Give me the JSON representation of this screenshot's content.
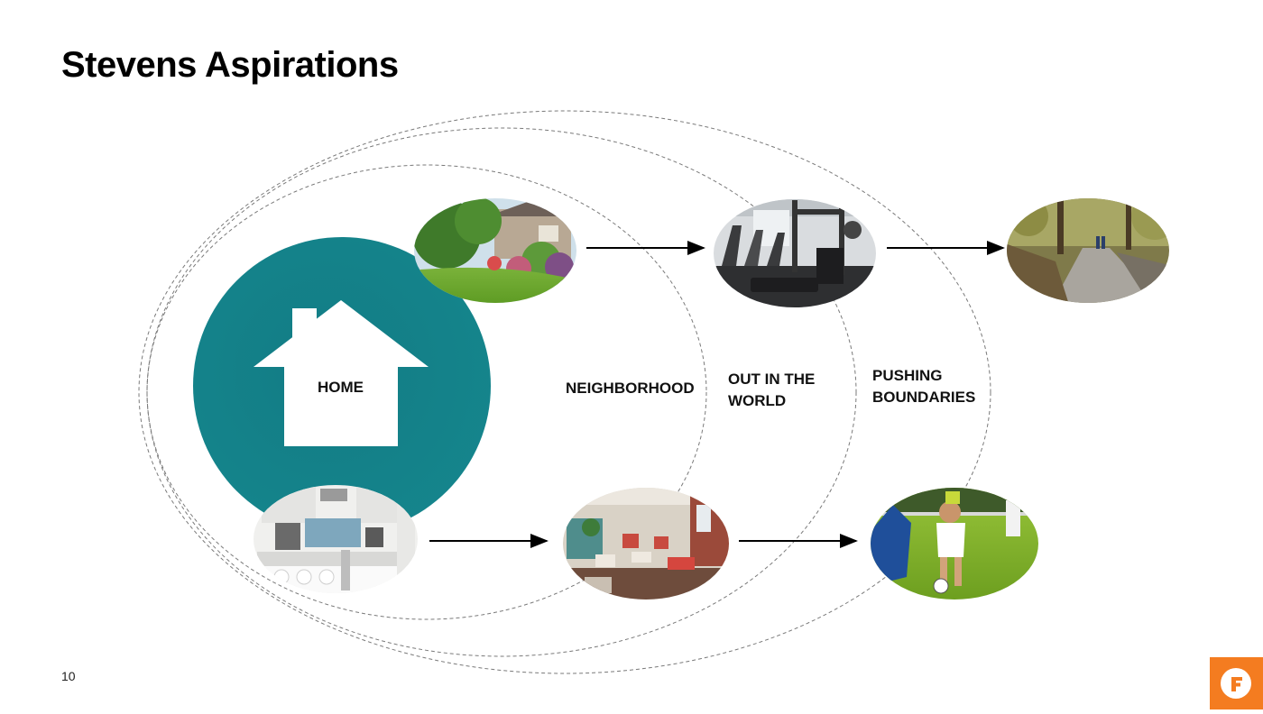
{
  "title": "Stevens Aspirations",
  "labels": {
    "home": "HOME",
    "neighborhood": "NEIGHBORHOOD",
    "out_in_world_line1": "OUT IN THE",
    "out_in_world_line2": "WORLD",
    "pushing_line1": "PUSHING",
    "pushing_line2": "BOUNDARIES"
  },
  "page_number": "10",
  "colors": {
    "home_circle": "#137f86",
    "logo": "#f47c20"
  },
  "photos": [
    "garden",
    "gym",
    "trail",
    "kitchen",
    "restaurant",
    "soccer"
  ],
  "icons": [
    "house-icon",
    "right-arrow-icon",
    "brand-logo-icon"
  ]
}
